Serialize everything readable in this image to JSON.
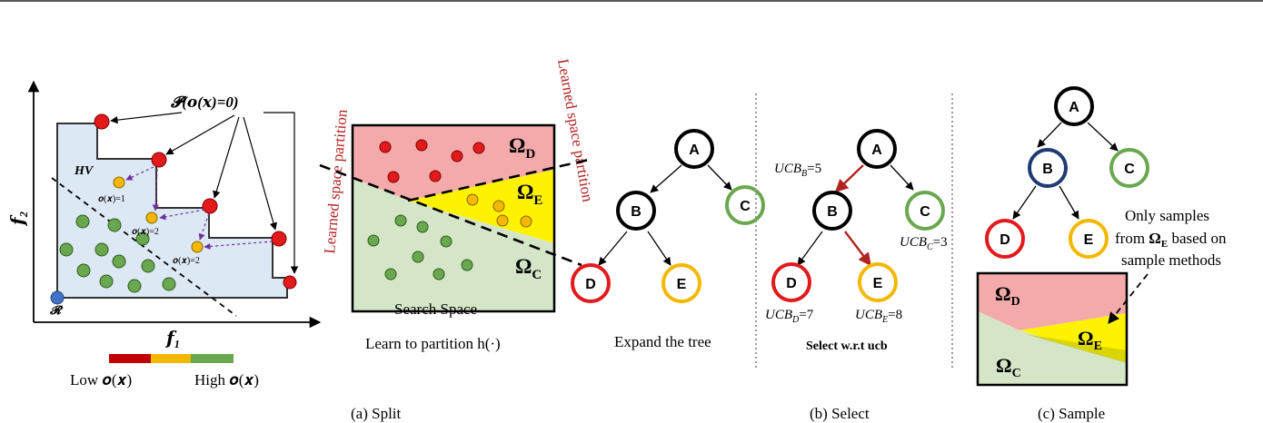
{
  "panel_left": {
    "pof_label": "𝓟(𝒐(𝒙)=0)",
    "hv_label": "HV",
    "point_labels": [
      "𝒐(𝒙)=1",
      "𝒐(𝒙)=2",
      "𝒐(𝒙)=2"
    ],
    "ref_label": "𝓡",
    "axis_x": "𝒇₁",
    "axis_y": "𝒇₂",
    "legend_low": "Low 𝒐(𝒙)",
    "legend_high": "High 𝒐(𝒙)",
    "legend_colors": [
      "#c00000",
      "#f4b800",
      "#6aa84f"
    ]
  },
  "split": {
    "partition_label_1": "Learned space partition",
    "partition_label_2": "Learned space partition",
    "omega_d": "Ω",
    "omega_d_sub": "D",
    "omega_e": "Ω",
    "omega_e_sub": "E",
    "omega_c": "Ω",
    "omega_c_sub": "C",
    "search_space": "Search Space",
    "learn_caption": "Learn to partition h(·)",
    "tree_caption": "Expand the tree",
    "panel_caption": "(a) Split"
  },
  "select": {
    "ucb_b": "UCB",
    "ucb_b_sub": "B",
    "ucb_b_val": "=5",
    "ucb_c": "UCB",
    "ucb_c_sub": "C",
    "ucb_c_val": "=3",
    "ucb_d": "UCB",
    "ucb_d_sub": "D",
    "ucb_d_val": "=7",
    "ucb_e": "UCB",
    "ucb_e_sub": "E",
    "ucb_e_val": "=8",
    "select_caption": "Select w.r.t ucb",
    "panel_caption": "(b) Select"
  },
  "sample": {
    "note_line1": "Only samples",
    "note_line2": "from",
    "note_omega": "Ω",
    "note_omega_sub": "E",
    "note_line2_rest": " based on",
    "note_line3": "sample methods",
    "omega_d": "Ω",
    "omega_d_sub": "D",
    "omega_e": "Ω",
    "omega_e_sub": "E",
    "omega_c": "Ω",
    "omega_c_sub": "C",
    "panel_caption": "(c) Sample"
  },
  "tree_nodes": {
    "a": "A",
    "b": "B",
    "c": "C",
    "d": "D",
    "e": "E"
  },
  "colors": {
    "red": "#e31a1c",
    "yellow": "#f4b800",
    "green": "#6aa84f",
    "navy": "#1f3b73",
    "dark_red": "#b22222",
    "region_red": "#f4aaaa",
    "region_yellow": "#fff200",
    "region_green": "#d5e5c8",
    "hv_fill": "#dde8f5"
  }
}
